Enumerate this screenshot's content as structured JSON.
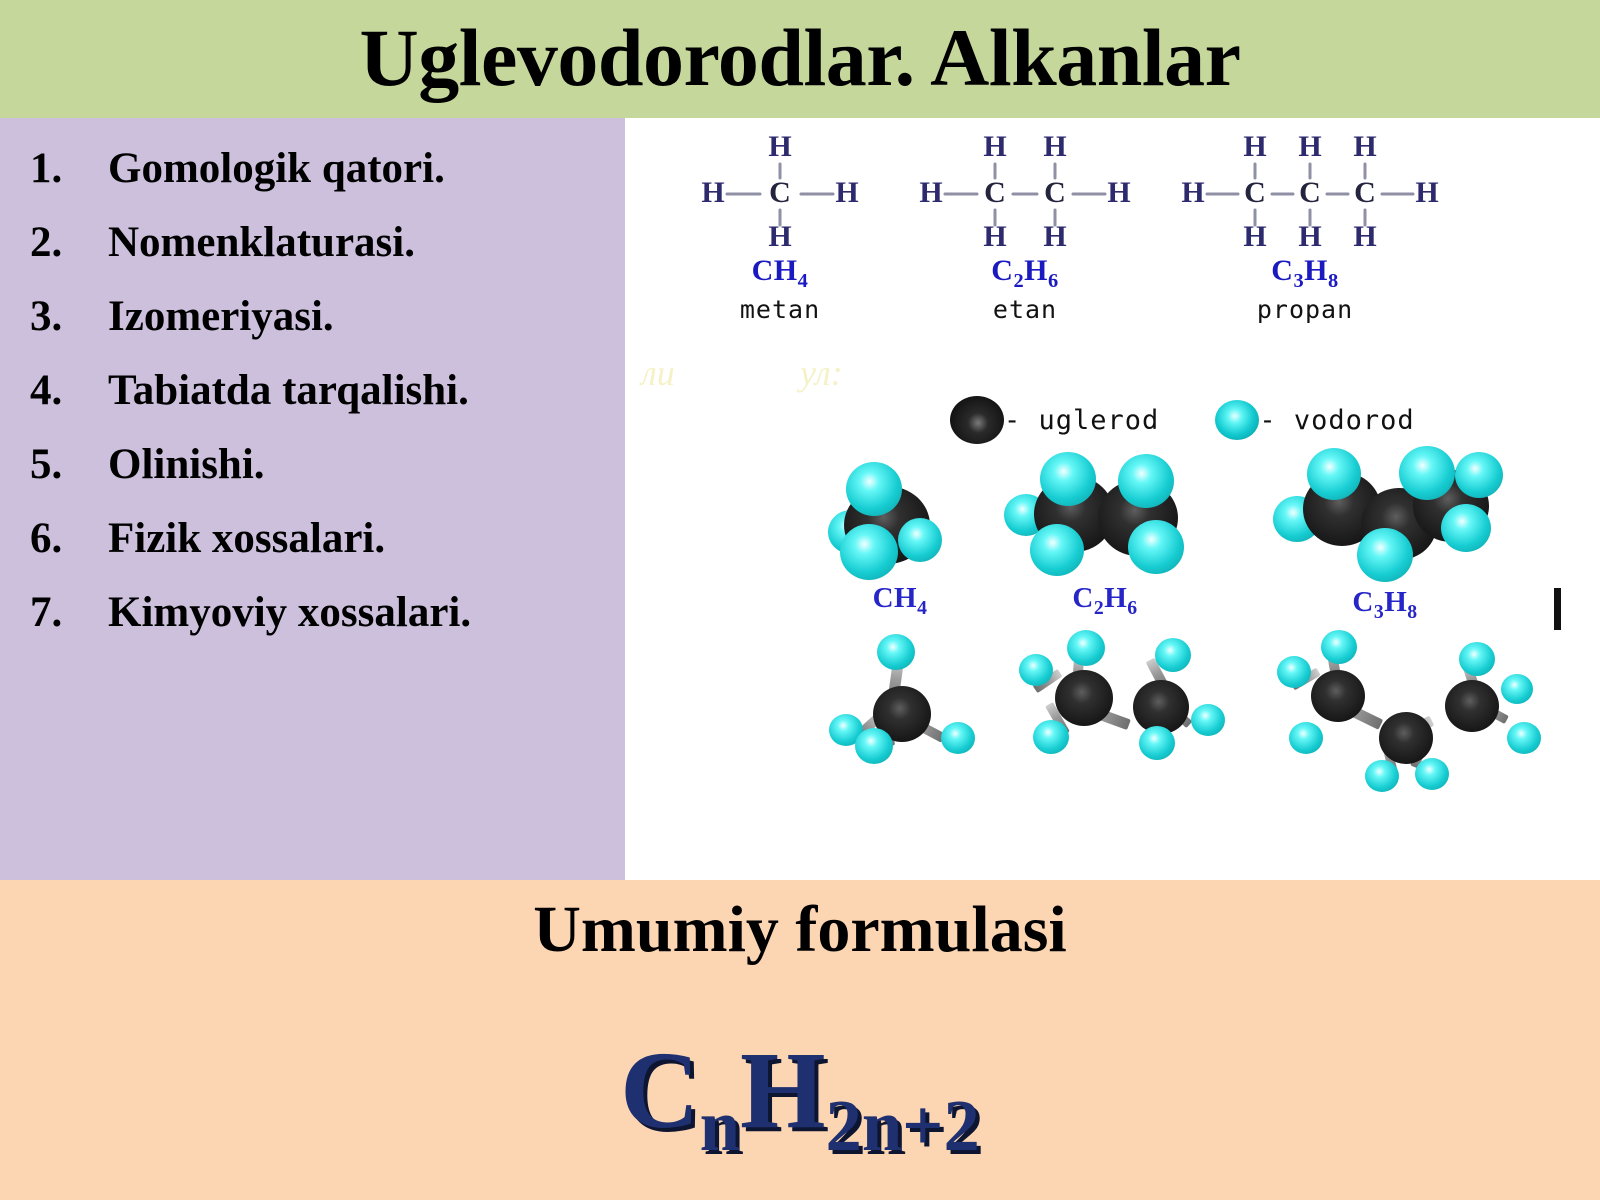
{
  "header": {
    "title": "Uglevodorodlar. Alkanlar",
    "background_color": "#c5d79b"
  },
  "sidebar": {
    "background_color": "#ccc0dd",
    "items": [
      {
        "num": "1.",
        "label": "Gomologik qatori."
      },
      {
        "num": "2.",
        "label": "Nomenklaturasi."
      },
      {
        "num": "3.",
        "label": "Izomeriyasi."
      },
      {
        "num": "4.",
        "label": "Tabiatda tarqalishi."
      },
      {
        "num": "5.",
        "label": "Olinishi."
      },
      {
        "num": "6.",
        "label": "Fizik xossalari."
      },
      {
        "num": "7.",
        "label": "Kimyoviy xossalari."
      }
    ]
  },
  "figure": {
    "background_color": "#ffffff",
    "lewis_structures": [
      {
        "formula_main": "CH",
        "formula_sub": "4",
        "name": "metan",
        "carbons": 1
      },
      {
        "formula_main_1": "C",
        "formula_sub_1": "2",
        "formula_main_2": "H",
        "formula_sub_2": "6",
        "name": "etan",
        "carbons": 2
      },
      {
        "formula_main_1": "C",
        "formula_sub_1": "3",
        "formula_main_2": "H",
        "formula_sub_2": "8",
        "name": "propan",
        "carbons": 3
      }
    ],
    "legend": {
      "carbon": {
        "label": "- uglerod",
        "color": "#1c1c1c"
      },
      "hydrogen": {
        "label": "- vodorod",
        "color": "#17cdd2"
      }
    },
    "spacefill_labels": [
      {
        "main_1": "CH",
        "sub_1": "4"
      },
      {
        "main_1": "C",
        "sub_1": "2",
        "main_2": "H",
        "sub_2": "6"
      },
      {
        "main_1": "C",
        "sub_1": "3",
        "main_2": "H",
        "sub_2": "8"
      }
    ],
    "watermarks": [
      "ли",
      "ул:"
    ],
    "atom_symbols": {
      "hydrogen": "H",
      "carbon": "C"
    }
  },
  "footer": {
    "background_color": "#fcd5b3",
    "heading": "Umumiy formulasi",
    "formula": {
      "c": "C",
      "c_sub": "n",
      "h": "H",
      "h_sub": "2n+2",
      "color": "#1f3070"
    }
  }
}
